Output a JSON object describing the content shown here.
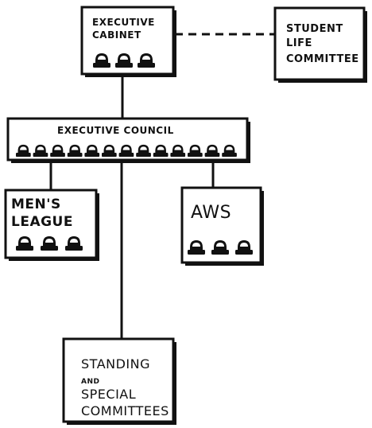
{
  "colors": {
    "ink": "#111111",
    "paper": "#ffffff"
  },
  "nodes": {
    "executive_cabinet": {
      "lines": [
        "EXECUTIVE",
        "CABINET"
      ],
      "seat_count": 3,
      "seat_icon": "seat-icon"
    },
    "student_life_committee": {
      "lines": [
        "STUDENT",
        "LIFE",
        "COMMITTEE"
      ]
    },
    "executive_council": {
      "lines": [
        "EXECUTIVE COUNCIL"
      ],
      "seat_count": 13,
      "seat_icon": "seat-icon"
    },
    "mens_league": {
      "lines": [
        "MEN'S",
        "LEAGUE"
      ],
      "seat_count": 3,
      "seat_icon": "seat-icon"
    },
    "aws": {
      "lines": [
        "AWS"
      ],
      "seat_count": 3,
      "seat_icon": "seat-icon"
    },
    "standing_special_committees": {
      "lines": [
        "STANDING",
        "AND",
        "SPECIAL",
        "COMMITTEES"
      ]
    }
  },
  "edges": [
    {
      "from": "executive_cabinet",
      "to": "student_life_committee",
      "style": "dashed"
    },
    {
      "from": "executive_cabinet",
      "to": "executive_council",
      "style": "solid"
    },
    {
      "from": "executive_council",
      "to": "mens_league",
      "style": "solid"
    },
    {
      "from": "executive_council",
      "to": "aws",
      "style": "solid"
    },
    {
      "from": "executive_council",
      "to": "standing_special_committees",
      "style": "solid"
    }
  ]
}
